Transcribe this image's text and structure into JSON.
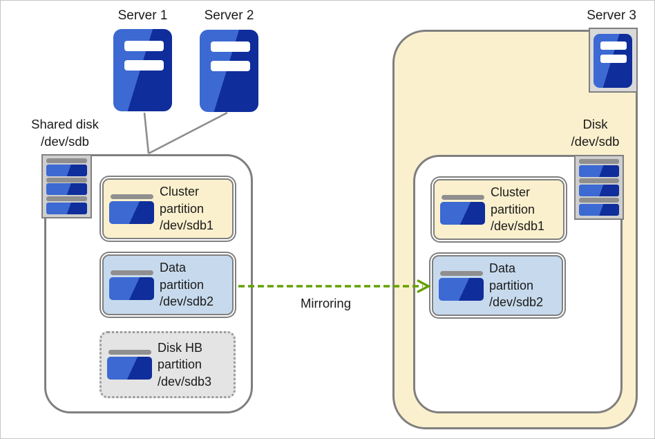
{
  "labels": {
    "server1": "Server 1",
    "server2": "Server 2",
    "server3": "Server 3",
    "mirroring": "Mirroring"
  },
  "shared_disk_label": {
    "line1": "Shared disk",
    "line2": "/dev/sdb"
  },
  "server3_disk_label": {
    "line1": "Disk",
    "line2": "/dev/sdb"
  },
  "shared_disk": {
    "partitions": [
      {
        "id": "cluster-partition",
        "lines": [
          "Cluster",
          "partition",
          "/dev/sdb1"
        ]
      },
      {
        "id": "data-partition",
        "lines": [
          "Data",
          "partition",
          "/dev/sdb2"
        ]
      },
      {
        "id": "disk-hb-partition",
        "lines": [
          "Disk HB",
          "partition",
          "/dev/sdb3"
        ]
      }
    ]
  },
  "server3_disk": {
    "partitions": [
      {
        "id": "cluster-partition",
        "lines": [
          "Cluster",
          "partition",
          "/dev/sdb1"
        ]
      },
      {
        "id": "data-partition",
        "lines": [
          "Data",
          "partition",
          "/dev/sdb2"
        ]
      }
    ]
  },
  "icons": {
    "server": "server-icon",
    "disk_tray": "disk-stack-icon",
    "partition_disk": "disk-icon",
    "mirror_arrow": "dashed-arrow-right-icon"
  },
  "colors": {
    "cream": "#FBF0CD",
    "lightblue": "#C7DAED",
    "hbgray": "#E4E4E4",
    "edge": "#7F7F7F",
    "linegray": "#8C8C8C",
    "bargray": "#8F8F8F",
    "tray": "#CFCFCF",
    "tray3": "#D9D9D9",
    "bluelight": "#3C69D2",
    "bluedark": "#0F2D9B",
    "green": "#64A000",
    "text": "#1A1A1A"
  }
}
